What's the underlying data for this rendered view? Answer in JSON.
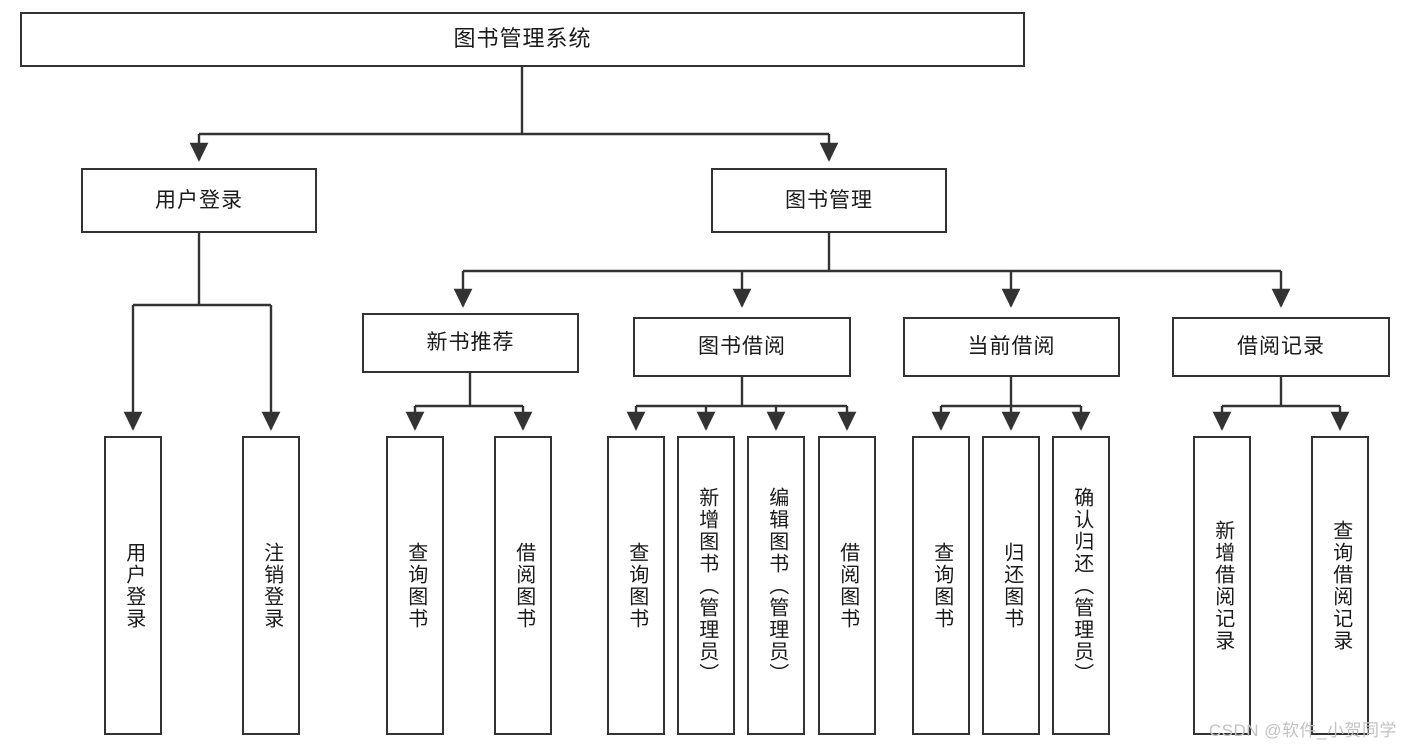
{
  "diagram": {
    "type": "tree",
    "title": "图书管理系统",
    "orientation": "top-down",
    "watermark": "CSDN @软件_小贺同学",
    "colors": {
      "box_border": "#333333",
      "box_fill": "#ffffff",
      "edge": "#333333",
      "text": "#1a1a1a",
      "watermark": "#c2c2c2"
    },
    "levels": {
      "root": {
        "label": "图书管理系统"
      },
      "level2": [
        {
          "label": "用户登录"
        },
        {
          "label": "图书管理"
        }
      ],
      "level3": [
        {
          "label": "新书推荐"
        },
        {
          "label": "图书借阅"
        },
        {
          "label": "当前借阅"
        },
        {
          "label": "借阅记录"
        }
      ],
      "leaves": {
        "user_login": [
          {
            "label": "用户登录"
          },
          {
            "label": "注销登录"
          }
        ],
        "new_book_rec": [
          {
            "label": "查询图书"
          },
          {
            "label": "借阅图书"
          }
        ],
        "book_borrow": [
          {
            "label": "查询图书"
          },
          {
            "label": "新增图书（管理员）"
          },
          {
            "label": "编辑图书（管理员）"
          },
          {
            "label": "借阅图书"
          }
        ],
        "current_borrow": [
          {
            "label": "查询图书"
          },
          {
            "label": "归还图书"
          },
          {
            "label": "确认归还（管理员）"
          }
        ],
        "borrow_record": [
          {
            "label": "新增借阅记录"
          },
          {
            "label": "查询借阅记录"
          }
        ]
      }
    }
  }
}
